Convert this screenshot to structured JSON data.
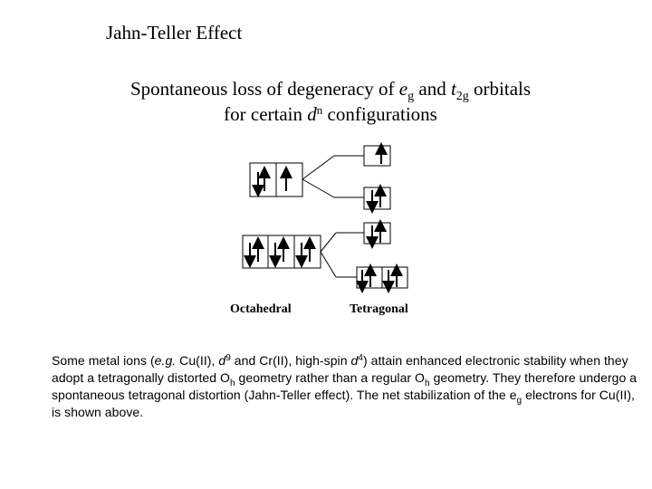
{
  "title": "Jahn-Teller Effect",
  "subtitle": {
    "line1_a": "Spontaneous loss of degeneracy of ",
    "eg_e": "e",
    "eg_sub": "g",
    "line1_and": " and ",
    "t2g_t": "t",
    "t2g_sub": "2g",
    "line1_end": " orbitals",
    "line2_a": "for certain ",
    "dn_d": "d",
    "dn_sup": "n",
    "line2_end": " configurations"
  },
  "diagram": {
    "left_label": "Octahedral",
    "right_label": "Tetragonal"
  },
  "paragraph": {
    "p1": "Some metal ions (",
    "eg_text": "e.g.",
    "p2": " Cu(II), ",
    "d9_d": "d",
    "d9_sup": "9",
    "p3": " and Cr(II), high-spin ",
    "d4_d": "d",
    "d4_sup": "4",
    "p4": ") attain enhanced electronic stability when they adopt a tetragonally distorted O",
    "oh1_sub": "h",
    "p5": " geometry rather than a regular O",
    "oh2_sub": "h",
    "p6": " geometry. They therefore undergo a spontaneous tetragonal distortion (Jahn-Teller effect). The net stabilization of the e",
    "eg2_sub": "g",
    "p7": " electrons for Cu(II), is shown above."
  }
}
